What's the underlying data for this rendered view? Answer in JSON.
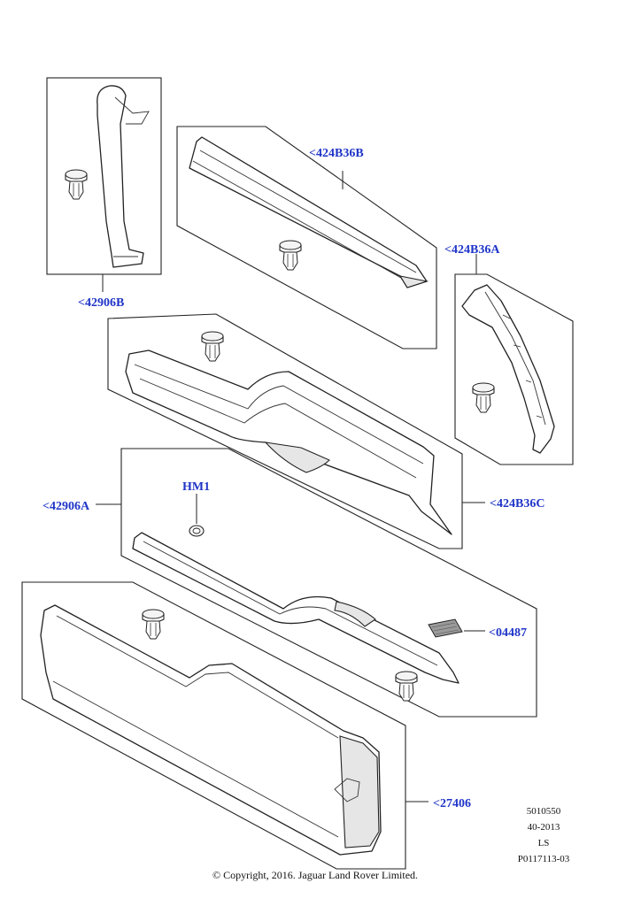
{
  "callouts": {
    "p42906B": "<42906B",
    "p424B36B": "<424B36B",
    "p424B36A": "<424B36A",
    "p424B36C": "<424B36C",
    "p42906A": "<42906A",
    "hm1": "HM1",
    "p04487": "<04487",
    "p27406": "<27406"
  },
  "info_block": {
    "line1": "5010550",
    "line2": "40-2013",
    "line3": "LS",
    "line4": "P0117113-03"
  },
  "copyright": "© Copyright, 2016. Jaguar Land Rover Limited.",
  "colors": {
    "callout": "#1f35c8",
    "line": "#222222"
  }
}
